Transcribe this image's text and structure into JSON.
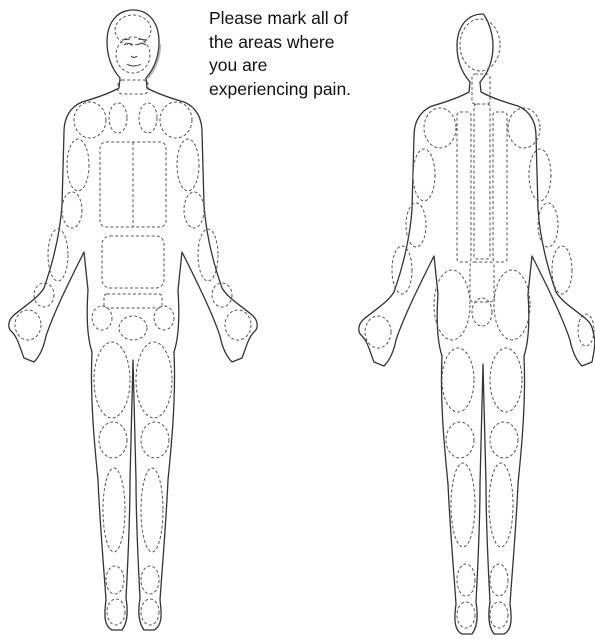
{
  "instructions": {
    "lines": [
      "Please mark all of",
      "the areas where",
      "you are",
      "experiencing pain."
    ]
  },
  "colors": {
    "outline": "#333333",
    "zone_dash": "#555555",
    "text": "#111111",
    "background": "#ffffff"
  },
  "views": [
    "front-view",
    "back-view"
  ]
}
